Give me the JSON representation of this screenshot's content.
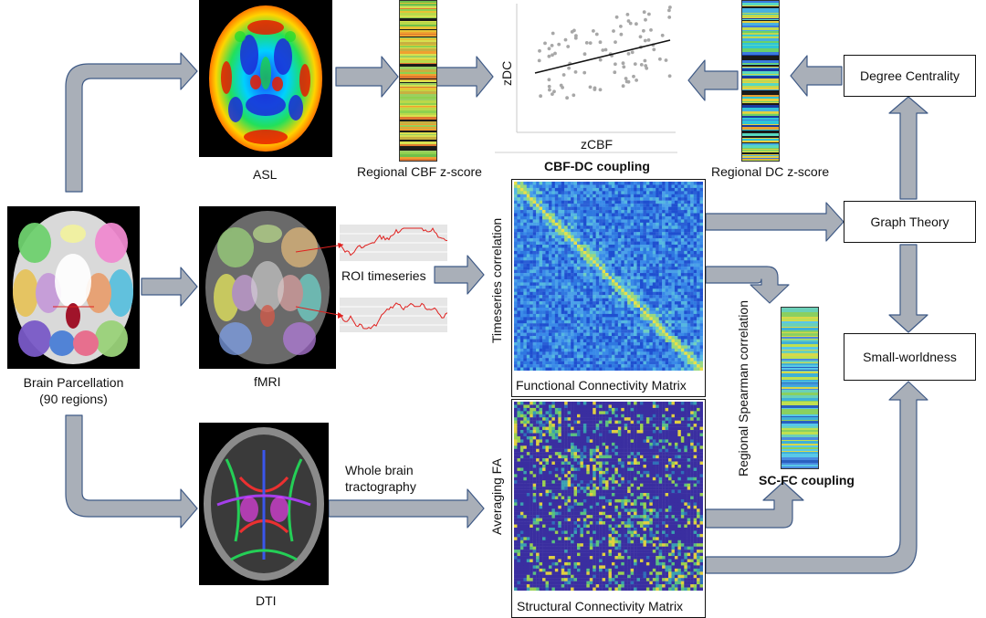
{
  "labels": {
    "asl": "ASL",
    "fmri": "fMRI",
    "dti": "DTI",
    "parcellation_line1": "Brain Parcellation",
    "parcellation_line2": "(90 regions)",
    "regional_cbf": "Regional CBF z-score",
    "regional_dc": "Regional DC z-score",
    "cbf_dc_coupling": "CBF-DC coupling",
    "scatter_y": "zDC",
    "scatter_x": "zCBF",
    "roi_timeseries": "ROI timeseries",
    "timeseries_correlation": "Timeseries correlation",
    "functional_matrix": "Functional Connectivity Matrix",
    "averaging_fa": "Averaging FA",
    "structural_matrix": "Structural Connectivity Matrix",
    "whole_brain_line1": "Whole brain",
    "whole_brain_line2": "tractography",
    "regional_spearman": "Regional Spearman correlation",
    "sc_fc_coupling": "SC-FC coupling",
    "degree_centrality": "Degree Centrality",
    "graph_theory": "Graph Theory",
    "small_worldness": "Small-worldness"
  },
  "colors": {
    "arrow_fill": "#a9afb8",
    "arrow_stroke": "#3f5a86",
    "fc_base": "#2a5fd6",
    "sc_base": "#3a2ea0",
    "signal": "#e0201e"
  }
}
